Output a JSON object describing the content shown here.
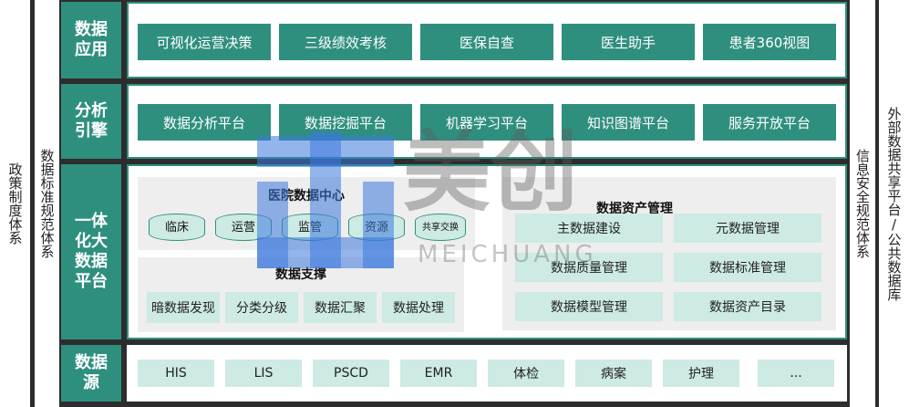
{
  "left_columns": {
    "policy": "政策制度体系",
    "standards": "数据标准规范体系"
  },
  "right_columns": {
    "security": "信息安全规范体系",
    "external": "外部数据共享平台/公共数据库"
  },
  "layers": {
    "application": {
      "label_lines": [
        "数据",
        "应用"
      ],
      "items": [
        "可视化运营决策",
        "三级绩效考核",
        "医保自查",
        "医生助手",
        "患者360视图"
      ]
    },
    "analysis": {
      "label_lines": [
        "分析",
        "引擎"
      ],
      "items": [
        "数据分析平台",
        "数据挖掘平台",
        "机器学习平台",
        "知识图谱平台",
        "服务开放平台"
      ]
    },
    "platform": {
      "label_lines": [
        "一体",
        "化大",
        "数据",
        "平台"
      ],
      "hospital_center": {
        "title": "医院数据中心",
        "items": [
          "临床",
          "运营",
          "监管",
          "资源",
          "共享交换"
        ]
      },
      "support": {
        "title": "数据支撑",
        "items": [
          "暗数据发现",
          "分类分级",
          "数据汇聚",
          "数据处理"
        ]
      },
      "asset": {
        "title": "数据资产管理",
        "items": [
          "主数据建设",
          "元数据管理",
          "数据质量管理",
          "数据标准管理",
          "数据模型管理",
          "数据资产目录"
        ]
      }
    },
    "source": {
      "label_lines": [
        "数据",
        "源"
      ],
      "items": [
        "HIS",
        "LIS",
        "PSCD",
        "EMR",
        "体检",
        "病案",
        "护理",
        "..."
      ]
    }
  },
  "watermark": {
    "cn": "美创",
    "en": "MEICHUANG"
  }
}
